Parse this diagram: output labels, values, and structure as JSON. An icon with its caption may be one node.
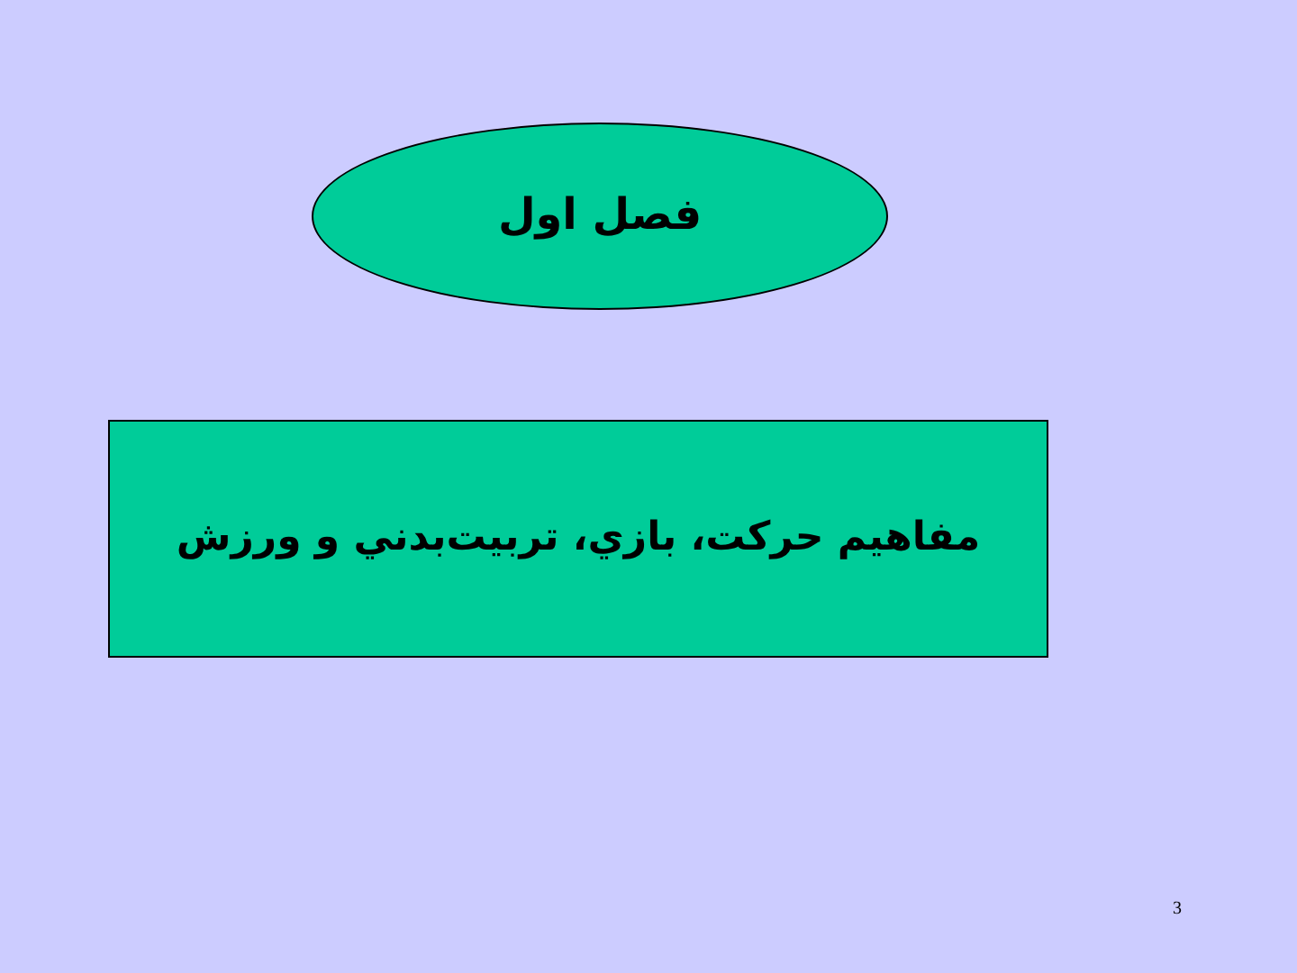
{
  "diagram": {
    "nodes": [
      {
        "text": [
          "فصل اول"
        ]
      },
      {
        "text": [
          "مفاهيم حركت، بازي، تربيت‌بدني و ورزش"
        ]
      }
    ],
    "labels": [
      "3"
    ]
  }
}
